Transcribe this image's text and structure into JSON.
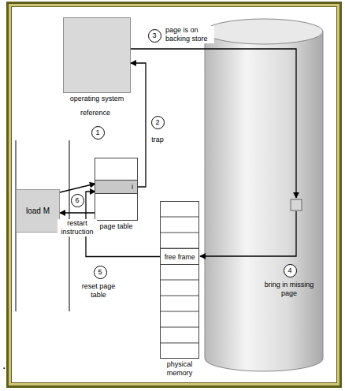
{
  "diagram": {
    "nodes": [
      {
        "text": [
          "operating system"
        ]
      },
      {
        "text": [
          "load M"
        ]
      },
      {
        "text": [
          "page table"
        ]
      },
      {
        "text": [
          "i"
        ],
        "in": 2
      },
      {
        "text": [
          "physical memory"
        ]
      },
      {
        "text": [
          "free frame"
        ],
        "in": 4
      }
    ],
    "edges": [
      {
        "from": 1,
        "to": 3,
        "arrow": "to"
      },
      {
        "from": 3,
        "to": 0,
        "arrow": "to"
      },
      {
        "from": 5,
        "to": 3,
        "arrow": "to"
      },
      {
        "from": 2,
        "to": 1,
        "arrow": "to"
      }
    ],
    "labels": [
      "reference",
      "1",
      "2",
      "trap",
      "3",
      "page is on backing store",
      "4",
      "bring in missing page",
      "5",
      "reset page table",
      "6",
      "restart instruction",
      "."
    ]
  }
}
